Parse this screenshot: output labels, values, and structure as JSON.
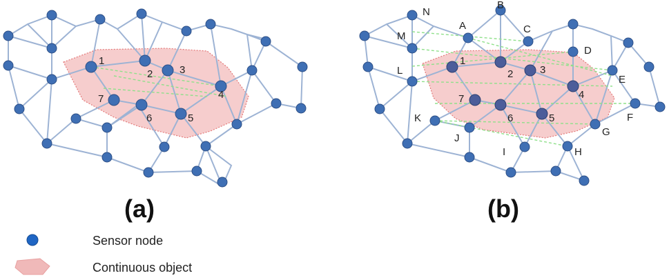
{
  "panel_a": {
    "caption": "(a)",
    "inner_labels": [
      "1",
      "2",
      "3",
      "4",
      "5",
      "6",
      "7"
    ]
  },
  "panel_b": {
    "caption": "(b)",
    "inner_labels": [
      "1",
      "2",
      "3",
      "4",
      "5",
      "6",
      "7"
    ],
    "boundary_labels": [
      "A",
      "B",
      "C",
      "D",
      "E",
      "F",
      "G",
      "H",
      "I",
      "J",
      "K",
      "L",
      "M",
      "N"
    ]
  },
  "legend": {
    "sensor_label": "Sensor node",
    "object_label": "Continuous object"
  },
  "colors": {
    "node": "#3f6fb4",
    "edge": "#9db3d4",
    "object_fill": "#f6c8c8",
    "dash": "#8fe08a"
  }
}
